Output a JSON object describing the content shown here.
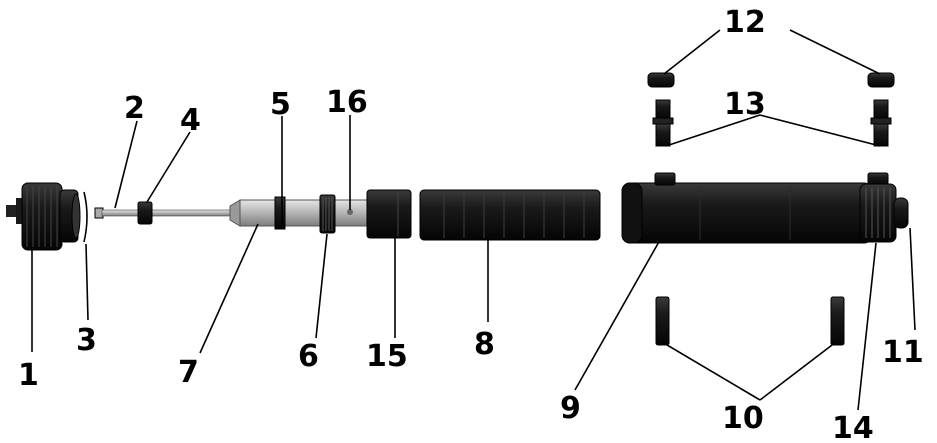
{
  "labels": {
    "l1": "1",
    "l2": "2",
    "l3": "3",
    "l4": "4",
    "l5": "5",
    "l6": "6",
    "l7": "7",
    "l8": "8",
    "l9": "9",
    "l10": "10",
    "l11": "11",
    "l12": "12",
    "l13": "13",
    "l14": "14",
    "l15": "15",
    "l16": "16"
  },
  "colors": {
    "dark_part": "#141414",
    "metal": "#b8b8b8",
    "outline": "#000000"
  }
}
